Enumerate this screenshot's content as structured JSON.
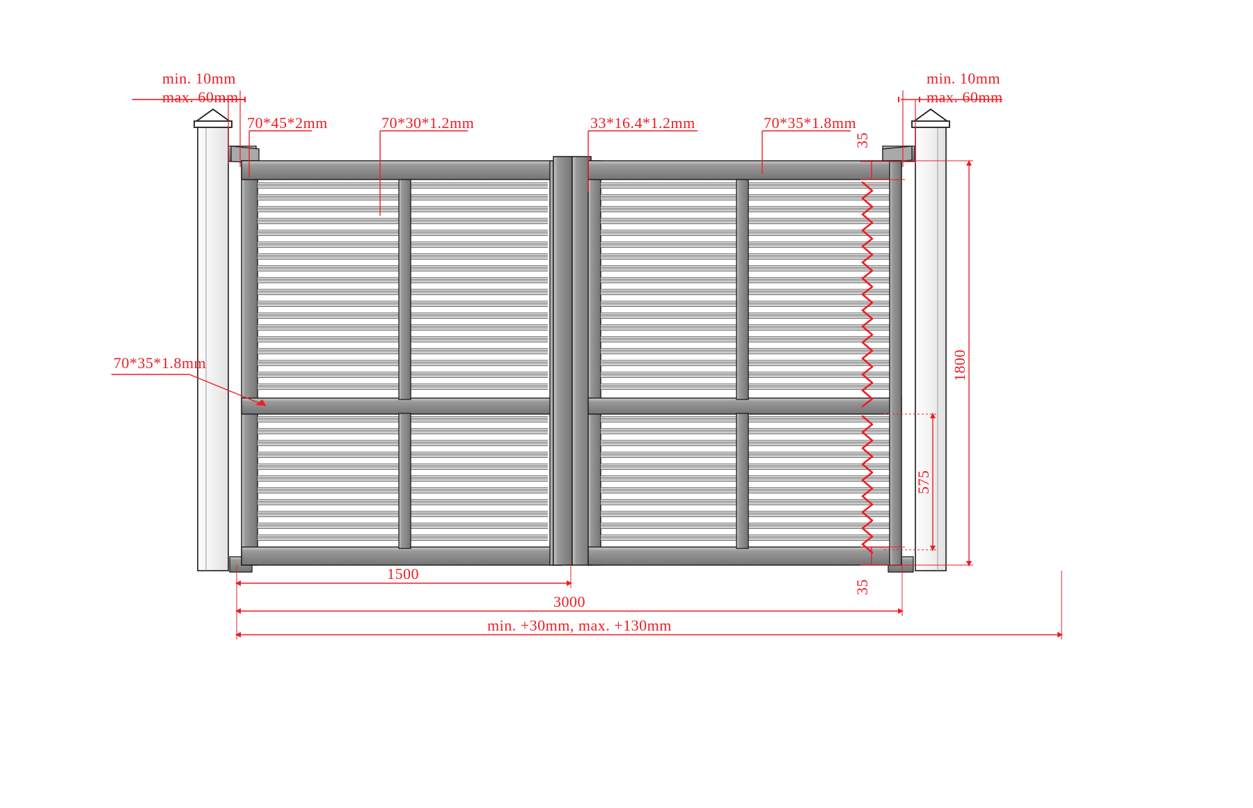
{
  "drawing": {
    "type": "technical-drawing",
    "subject": "Aluminium louvre double-swing gate elevation",
    "units": "mm",
    "colors": {
      "dimension": "#ee1c24",
      "metal_fill": "#8c8c8c",
      "metal_light": "#b5b5b5",
      "metal_dark": "#6e6e6e",
      "outline": "#1a1a1a",
      "background": "#ffffff"
    }
  },
  "annotations": {
    "post_gap_left": {
      "line1": "min. 10mm",
      "line2": "max. 60mm"
    },
    "post_gap_right": {
      "line1": "min. 10mm",
      "line2": "max. 60mm"
    },
    "profile_post": "70*45*2mm",
    "profile_mullion": "70*30*1.2mm",
    "profile_louver": "33*16.4*1.2mm",
    "profile_frame_right": "70*35*1.8mm",
    "profile_frame_left": "70*35*1.8mm"
  },
  "dimensions": {
    "leaf_width": "1500",
    "total_width": "3000",
    "width_note": "min. +30mm, max. +130mm",
    "total_height": "1800",
    "lower_panel_height": "575",
    "top_gap": "35",
    "bottom_gap": "35"
  }
}
